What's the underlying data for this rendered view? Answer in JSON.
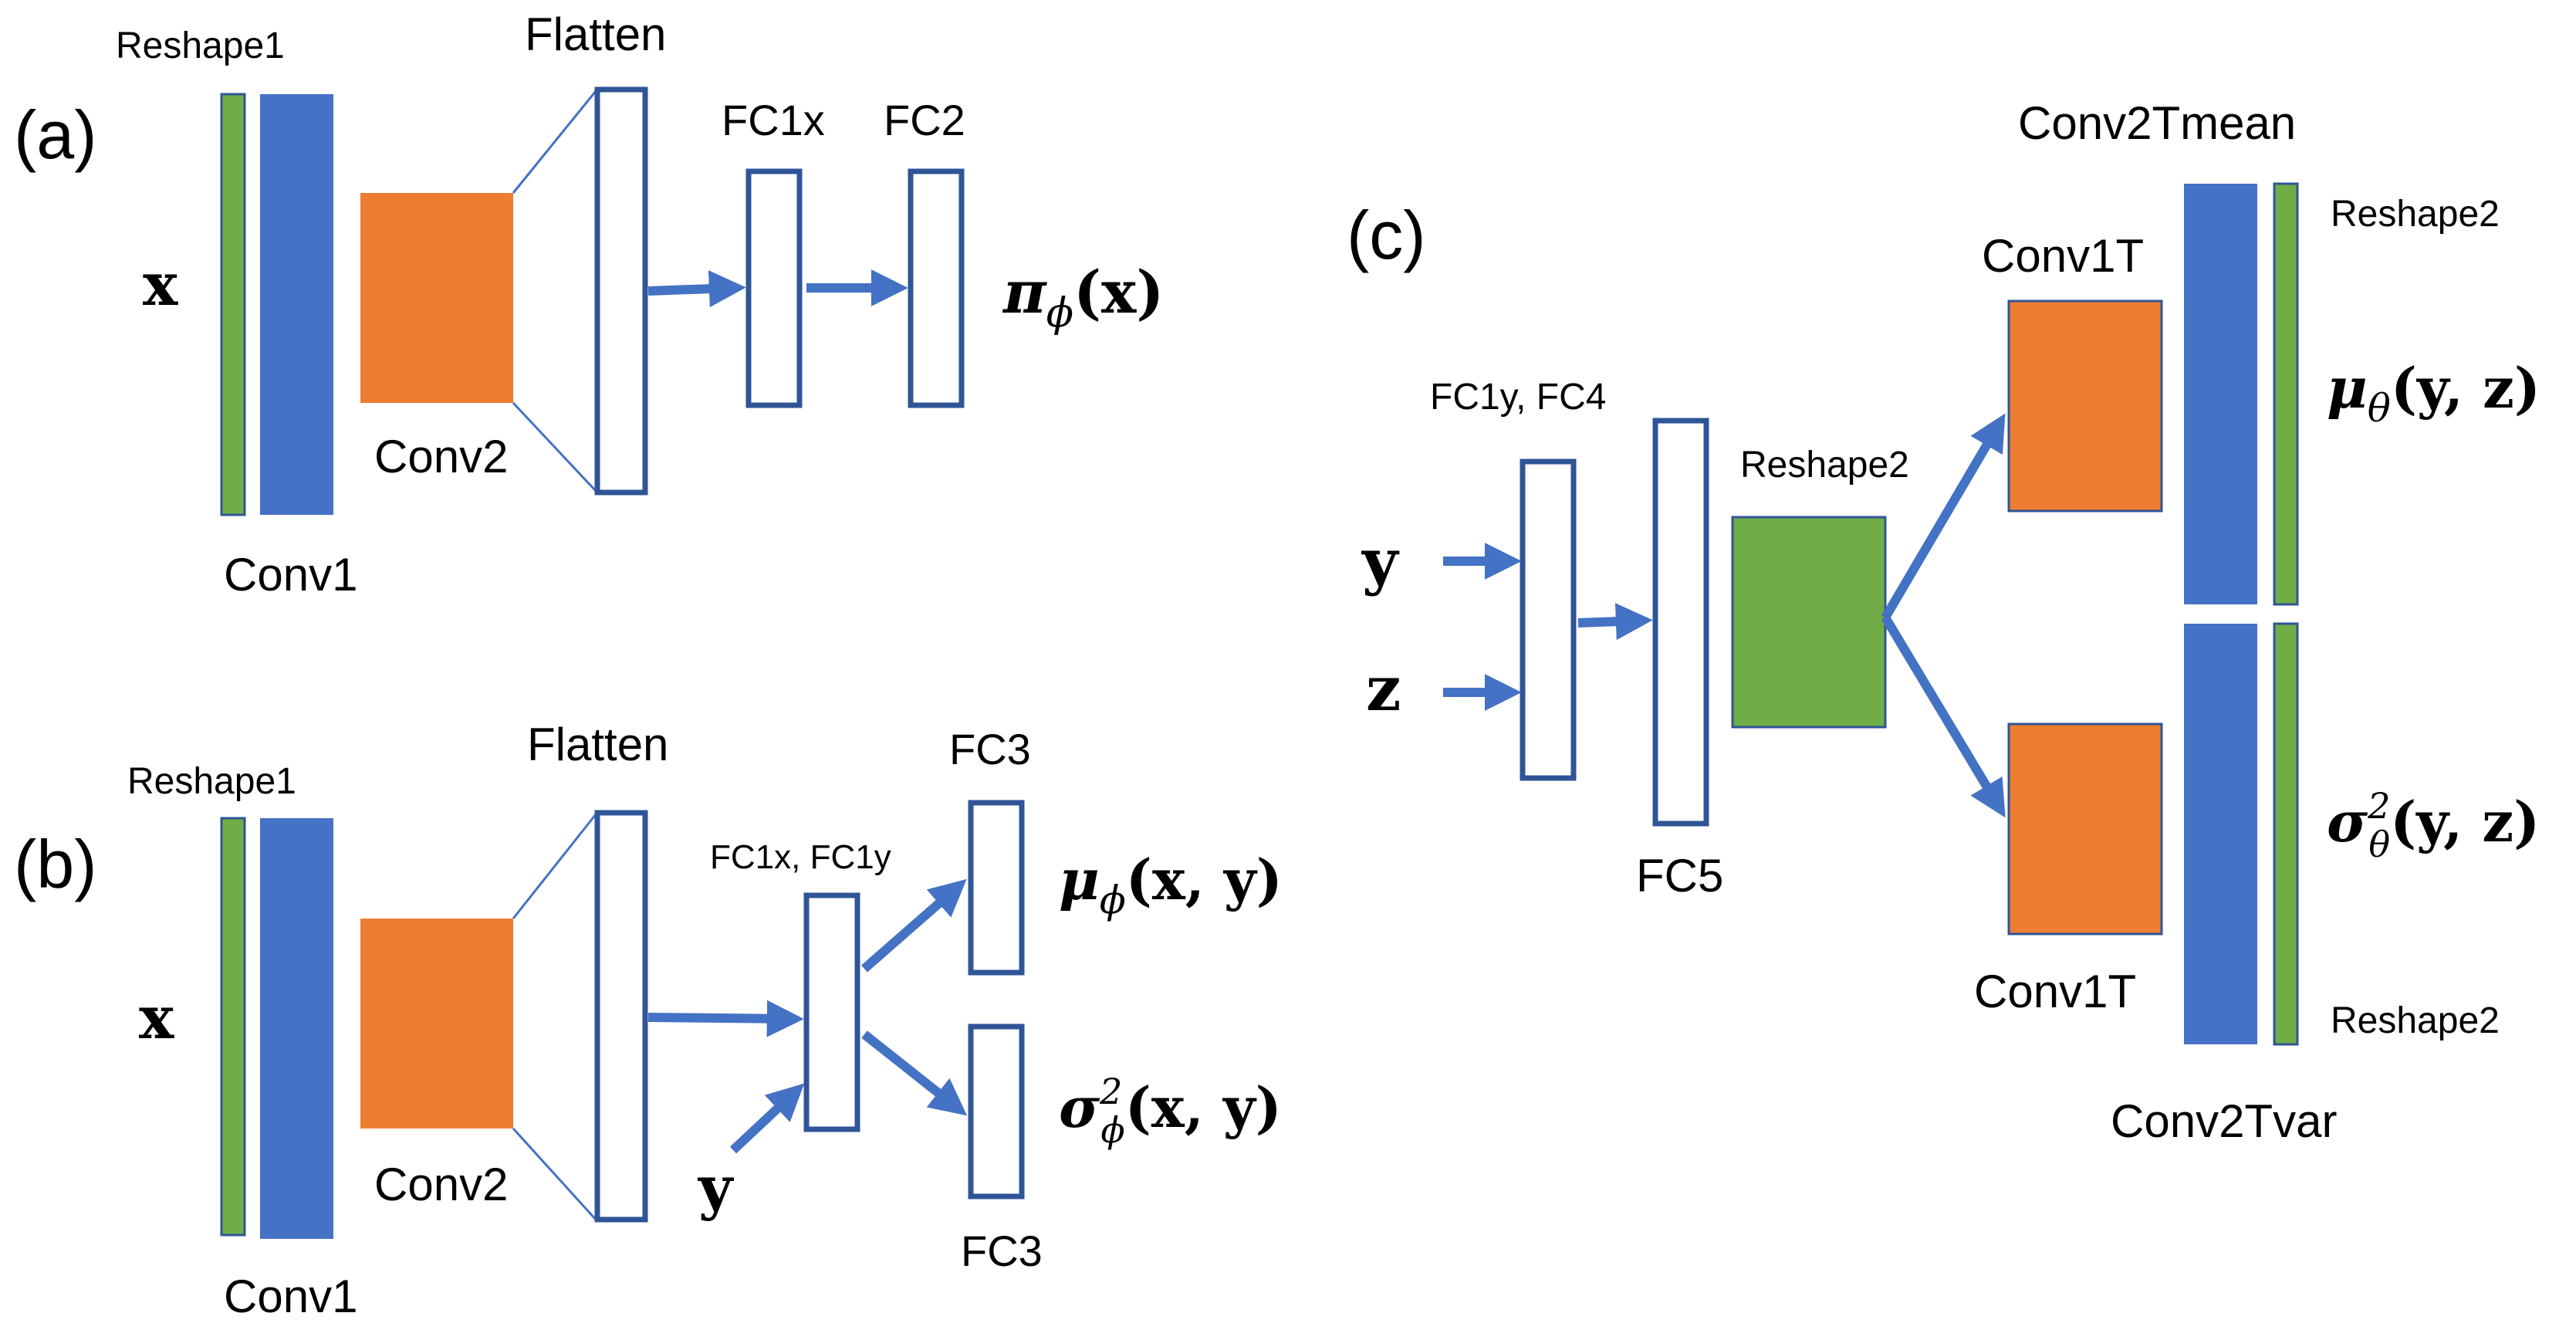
{
  "colors": {
    "green": "#70ad47",
    "blue": "#4472c4",
    "orange": "#ed7d31",
    "arrow": "#4472c4",
    "outline": "#2f5597",
    "reshape2_block": "#70ad47"
  },
  "panel_a": {
    "tag": "(a)",
    "reshape1": "Reshape1",
    "flatten": "Flatten",
    "fc1x": "FC1x",
    "fc2": "FC2",
    "conv2": "Conv2",
    "conv1": "Conv1",
    "input": "x",
    "output": {
      "symbol": "π",
      "sub": "ϕ",
      "args": "(x)"
    }
  },
  "panel_b": {
    "tag": "(b)",
    "reshape1": "Reshape1",
    "flatten": "Flatten",
    "fc1": "FC1x, FC1y",
    "fc3_top": "FC3",
    "fc3_bottom": "FC3",
    "conv2": "Conv2",
    "conv1": "Conv1",
    "input_x": "x",
    "input_y": "y",
    "mean_output": {
      "symbol": "μ",
      "sub": "ϕ",
      "args": "(x, y)"
    },
    "var_output": {
      "symbol": "σ",
      "sup": "2",
      "sub": "ϕ",
      "args": "(x, y)"
    }
  },
  "panel_c": {
    "tag": "(c)",
    "conv2tmean": "Conv2Tmean",
    "conv2tvar": "Conv2Tvar",
    "conv1t_top": "Conv1T",
    "conv1t_bottom": "Conv1T",
    "reshape2_top": "Reshape2",
    "reshape2_mid": "Reshape2",
    "reshape2_bottom": "Reshape2",
    "fc1y_fc4": "FC1y, FC4",
    "fc5": "FC5",
    "input_y": "y",
    "input_z": "z",
    "mean_output": {
      "symbol": "μ",
      "sub": "θ",
      "args": "(y, z)"
    },
    "var_output": {
      "symbol": "σ",
      "sup": "2",
      "sub": "θ",
      "args": "(y, z)"
    }
  }
}
